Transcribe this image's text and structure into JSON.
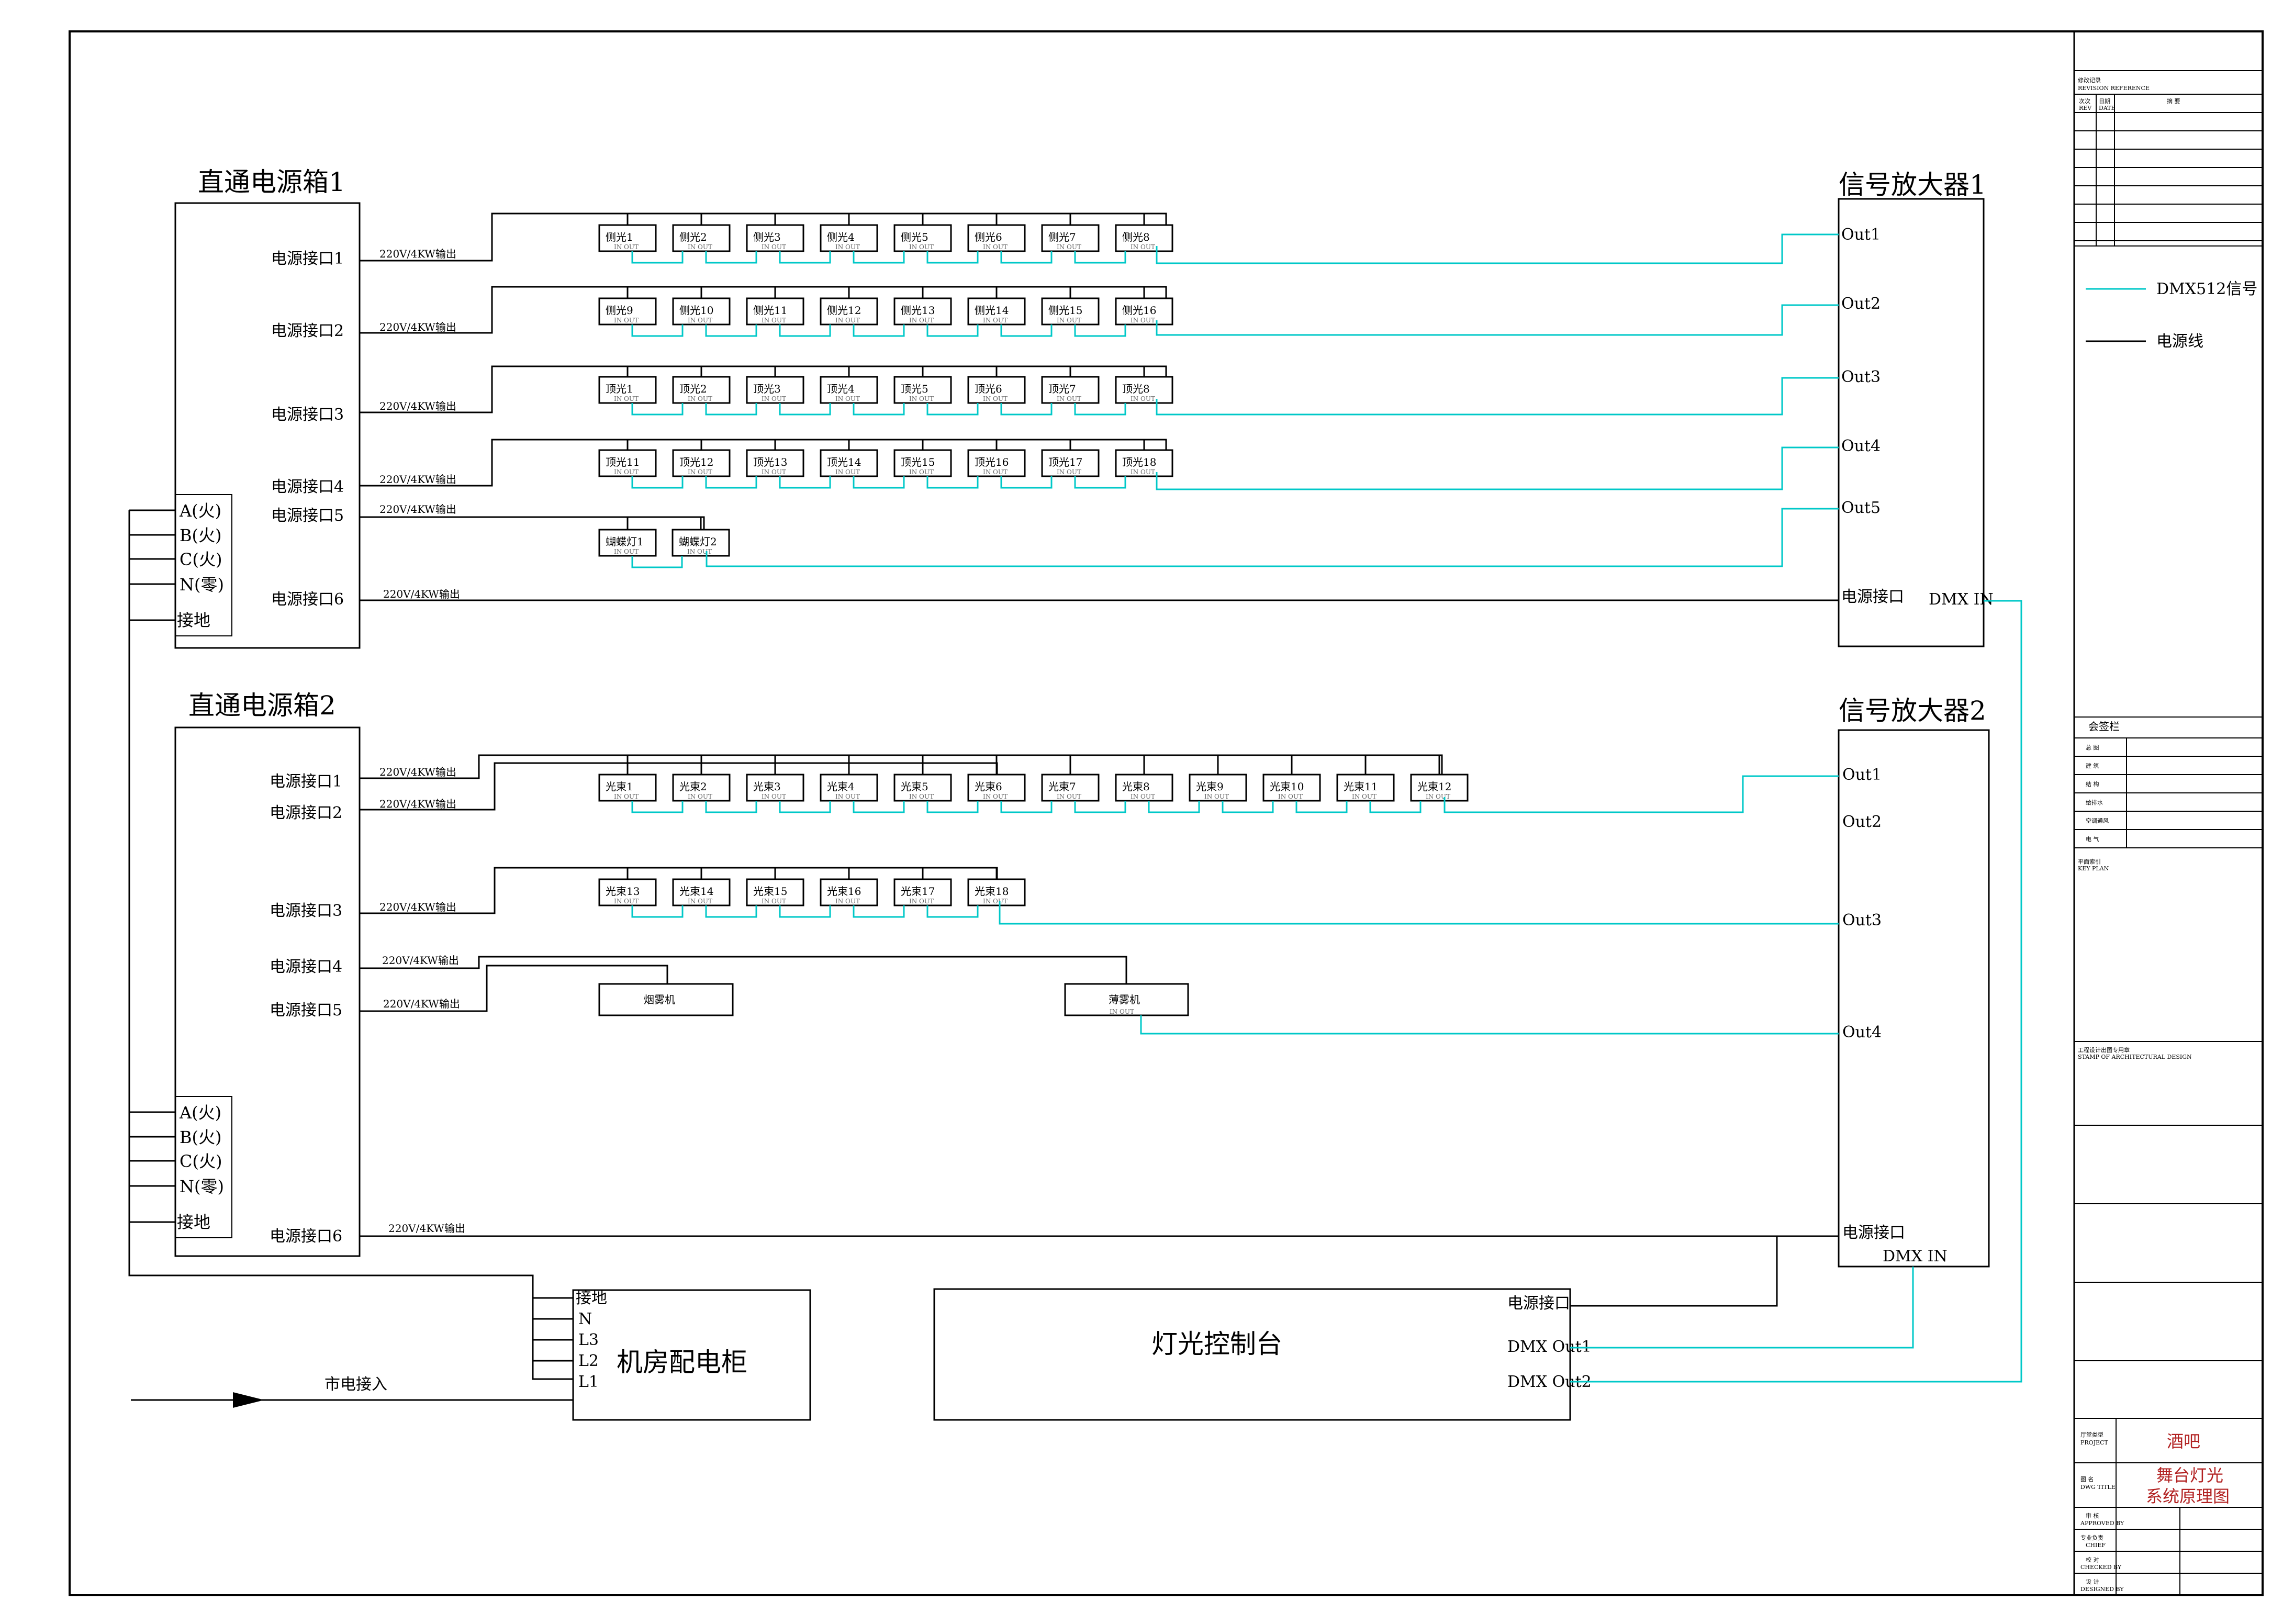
{
  "colors": {
    "dmx": "#00c8c8",
    "power": "#000000",
    "title_red": "#b22222"
  },
  "boxes": {
    "box1": {
      "title": "直通电源箱1",
      "ports": [
        "电源接口1",
        "电源接口2",
        "电源接口3",
        "电源接口4",
        "电源接口5",
        "电源接口6"
      ],
      "phases": [
        "A(火)",
        "B(火)",
        "C(火)",
        "N(零)",
        "接地"
      ]
    },
    "box2": {
      "title": "直通电源箱2",
      "ports": [
        "电源接口1",
        "电源接口2",
        "电源接口3",
        "电源接口4",
        "电源接口5",
        "电源接口6"
      ],
      "phases": [
        "A(火)",
        "B(火)",
        "C(火)",
        "N(零)",
        "接地"
      ]
    }
  },
  "output_label": "220V/4KW输出",
  "amps": {
    "amp1": {
      "title": "信号放大器1",
      "outs": [
        "Out1",
        "Out2",
        "Out3",
        "Out4",
        "Out5"
      ],
      "power": "电源接口",
      "dmx_in": "DMX IN"
    },
    "amp2": {
      "title": "信号放大器2",
      "outs": [
        "Out1",
        "Out2",
        "Out3",
        "Out4"
      ],
      "power": "电源接口",
      "dmx_in": "DMX IN"
    }
  },
  "fixtures": {
    "side_a": [
      "侧光1",
      "侧光2",
      "侧光3",
      "侧光4",
      "侧光5",
      "侧光6",
      "侧光7",
      "侧光8"
    ],
    "side_b": [
      "侧光9",
      "侧光10",
      "侧光11",
      "侧光12",
      "侧光13",
      "侧光14",
      "侧光15",
      "侧光16"
    ],
    "top_a": [
      "顶光1",
      "顶光2",
      "顶光3",
      "顶光4",
      "顶光5",
      "顶光6",
      "顶光7",
      "顶光8"
    ],
    "top_b": [
      "顶光11",
      "顶光12",
      "顶光13",
      "顶光14",
      "顶光15",
      "顶光16",
      "顶光17",
      "顶光18"
    ],
    "butterfly": [
      "蝴蝶灯1",
      "蝴蝶灯2"
    ],
    "beam_a": [
      "光束1",
      "光束2",
      "光束3",
      "光束4",
      "光束5",
      "光束6",
      "光束7",
      "光束8",
      "光束9",
      "光束10",
      "光束11",
      "光束12"
    ],
    "beam_b": [
      "光束13",
      "光束14",
      "光束15",
      "光束16",
      "光束17",
      "光束18"
    ],
    "smoke": "烟雾机",
    "haze": "薄雾机"
  },
  "dmx_inout": "IN OUT",
  "cabinet": {
    "title": "机房配电柜",
    "terminals": [
      "接地",
      "N",
      "L3",
      "L2",
      "L1"
    ],
    "mains": "市电接入"
  },
  "console": {
    "title": "灯光控制台",
    "power": "电源接口",
    "out1": "DMX Out1",
    "out2": "DMX Out2"
  },
  "legend": {
    "dmx": "DMX512信号",
    "power": "电源线"
  },
  "title_block": {
    "revision_title": "修改记录",
    "revision_sub": "REVISION REFERENCE",
    "rev_cols": [
      "次次",
      "日期",
      "摘  要"
    ],
    "rev_cols_en": [
      "REV",
      "DATE"
    ],
    "sign_title": "会签栏",
    "sign_rows": [
      "总  图",
      "建  筑",
      "结  构",
      "给排水",
      "空调通风",
      "电  气"
    ],
    "key_plan": "平面索引",
    "key_plan_en": "KEY PLAN",
    "stamp": "工程设计出图专用章",
    "stamp_en": "STAMP OF ARCHITECTURAL DESIGN",
    "project_label": "厅堂类型",
    "project_label_en": "PROJECT",
    "project_value": "酒吧",
    "drawing_label": "图  名",
    "drawing_label_en": "DWG TITLE",
    "drawing_value_1": "舞台灯光",
    "drawing_value_2": "系统原理图",
    "staff": [
      {
        "cn": "审  核",
        "en": "APPROVED BY"
      },
      {
        "cn": "专业负责",
        "en": "CHIEF"
      },
      {
        "cn": "校  对",
        "en": "CHECKED BY"
      },
      {
        "cn": "设  计",
        "en": "DESIGNED BY"
      }
    ]
  }
}
